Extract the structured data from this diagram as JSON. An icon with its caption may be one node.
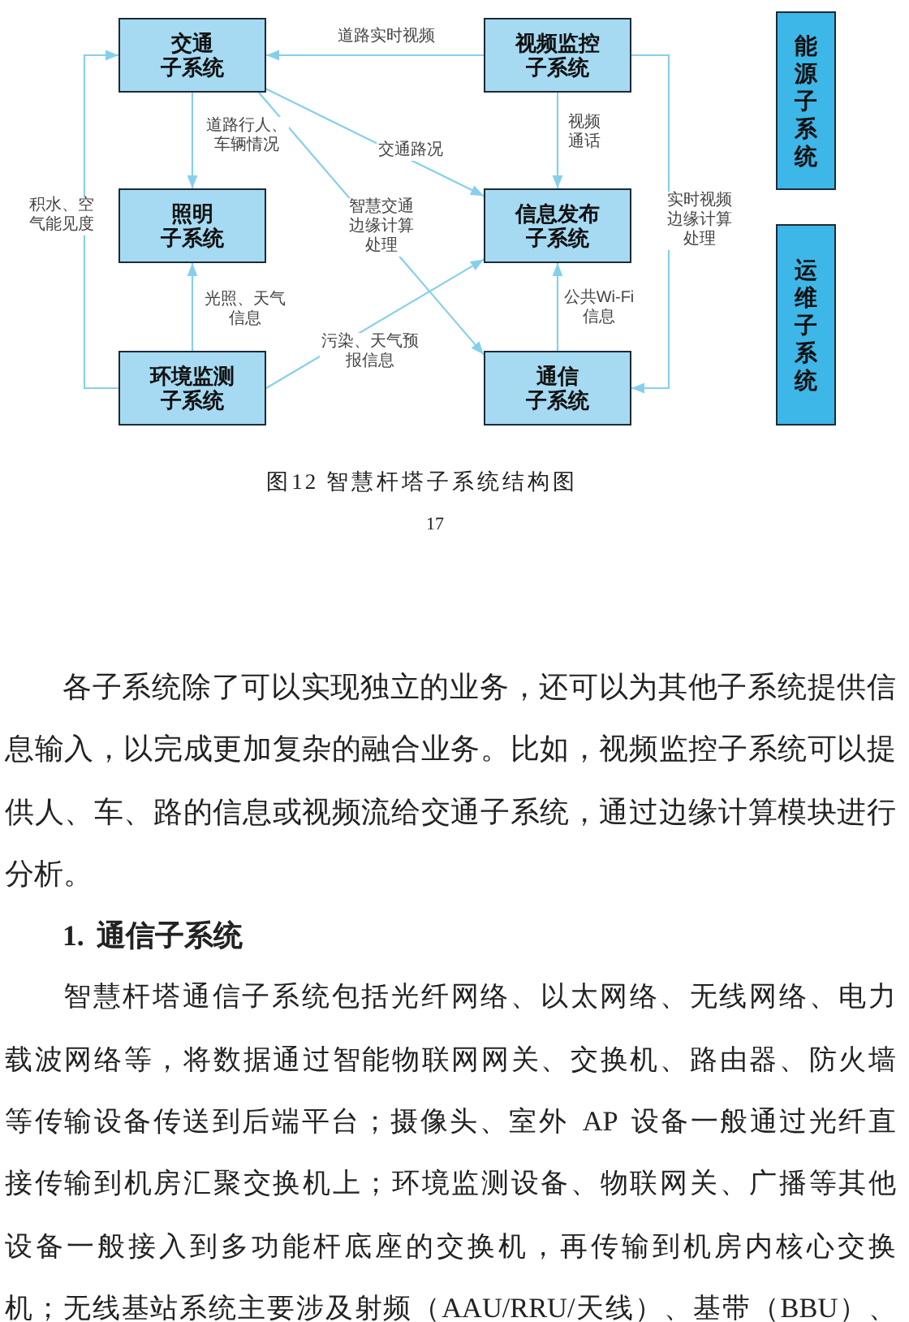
{
  "diagram": {
    "caption": "图12 智慧杆塔子系统结构图",
    "nodes": [
      {
        "text": [
          "交通子系统"
        ]
      },
      {
        "text": [
          "视频监控子系统"
        ]
      },
      {
        "text": [
          "能源子系统"
        ]
      },
      {
        "text": [
          "照明子系统"
        ]
      },
      {
        "text": [
          "信息发布子系统"
        ]
      },
      {
        "text": [
          "运维子系统"
        ]
      },
      {
        "text": [
          "环境监测子系统"
        ]
      },
      {
        "text": [
          "通信子系统"
        ]
      }
    ],
    "edges": [
      {
        "from": 1,
        "to": 0,
        "arrow": "to",
        "label": "道路实时视频"
      },
      {
        "from": 0,
        "to": 3,
        "arrow": "to",
        "label": "道路行人、车辆情况"
      },
      {
        "from": 0,
        "to": 4,
        "arrow": "to",
        "label": "交通路况"
      },
      {
        "from": 0,
        "to": 7,
        "arrow": "to",
        "label": "智慧交通边缘计算处理"
      },
      {
        "from": 1,
        "to": 4,
        "arrow": "to",
        "label": "视频通话"
      },
      {
        "from": 1,
        "to": 7,
        "arrow": "to",
        "label": "实时视频边缘计算处理"
      },
      {
        "from": 6,
        "to": 3,
        "arrow": "to",
        "label": "光照、天气信息"
      },
      {
        "from": 6,
        "to": 0,
        "arrow": "to",
        "label": "积水、空气能见度"
      },
      {
        "from": 6,
        "to": 4,
        "arrow": "to",
        "label": "污染、天气预报信息"
      },
      {
        "from": 7,
        "to": 4,
        "arrow": "to",
        "label": "公共Wi-Fi信息"
      }
    ],
    "labels": [
      "17",
      "各子系统除了可以实现独立的业务，还可以为其他子系统提供信息输入，以完成更加复杂的融合业务。比如，视频监控子系统可以提供人、车、路的信息或视频流给交通子系统，通过边缘计算模块进行分析。",
      "1. 通信子系统",
      "智慧杆塔通信子系统包括光纤网络、以太网络、无线网络、电力载波网络等，将数据通过智能物联网网关、交换机、路由器、防火墙等传输设备传送到后端平台；摄像头、室外 AP 设备一般通过光纤直接传输到机房汇聚交换机上；环境监测设备、物联网关、广播等其他设备一般接入到多功能杆底座的交换机，再传输到机房内核心交换机；无线基站系统主要涉及射频（AAU/RRU/天线）、基带（BBU）、"
    ]
  }
}
